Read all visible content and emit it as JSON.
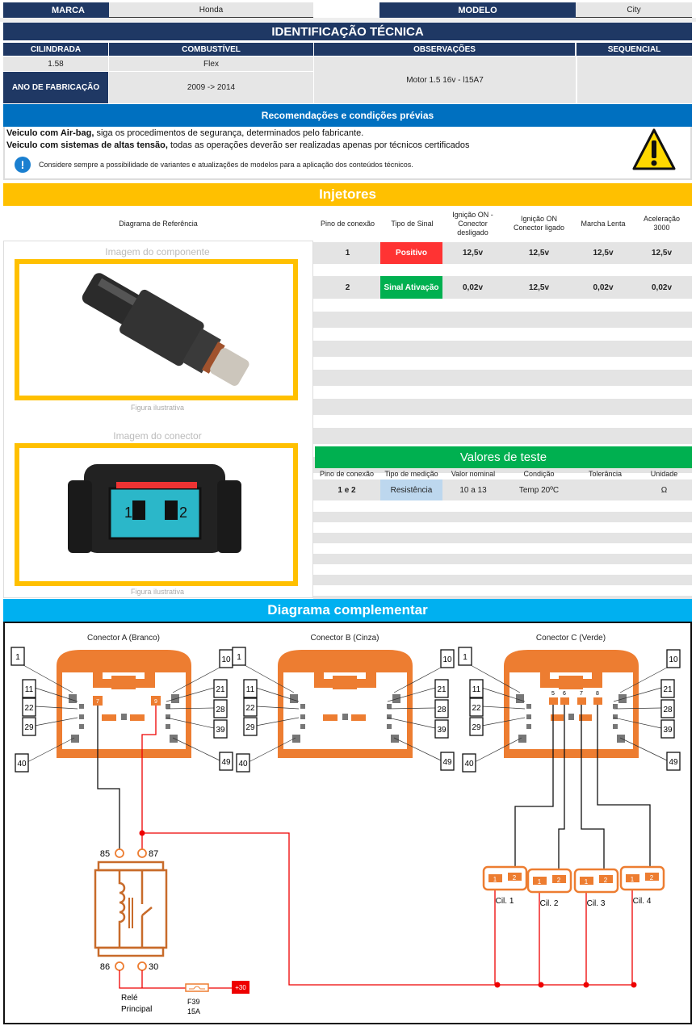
{
  "header": {
    "marca_label": "MARCA",
    "marca_value": "Honda",
    "modelo_label": "MODELO",
    "modelo_value": "City"
  },
  "ident": {
    "title": "IDENTIFICAÇÃO TÉCNICA",
    "cilindrada_label": "CILINDRADA",
    "cilindrada_value": "1.58",
    "combustivel_label": "COMBUSTÍVEL",
    "combustivel_value": "Flex",
    "observacoes_label": "OBSERVAÇÕES",
    "observacoes_value": "Motor 1.5 16v - l15A7",
    "sequencial_label": "SEQUENCIAL",
    "sequencial_value": "",
    "ano_label": "ANO DE FABRICAÇÃO",
    "ano_value": "2009 -> 2014"
  },
  "recom": {
    "title": "Recomendações e condições prévias",
    "line1_bold": "Veiculo com Air-bag,",
    "line1_rest": " siga os procedimentos de segurança,  determinados pelo fabricante.",
    "line2_bold1": "Veiculo com ",
    "line2_bold2": "sistemas de altas tensão,",
    "line2_rest": " todas as operações deverão ser realizadas apenas por técnicos certificados",
    "info": "Considere sempre a possibilidade de variantes e atualizações de modelos para a aplicação dos conteúdos técnicos."
  },
  "injetores": {
    "title": "Injetores",
    "diagram_ref": "Diagrama de Referência",
    "columns": [
      "Pino de conexão",
      "Tipo de Sinal",
      "Ignição ON - Conector desligado",
      "Ignição ON Conector ligado",
      "Marcha Lenta",
      "Aceleração 3000"
    ],
    "rows": [
      {
        "pin": "1",
        "signal": "Positivo",
        "color": "#ff3333",
        "v": [
          "12,5v",
          "12,5v",
          "12,5v",
          "12,5v"
        ]
      },
      {
        "pin": "2",
        "signal": "Sinal Ativação",
        "color": "#00b050",
        "v": [
          "0,02v",
          "12,5v",
          "0,02v",
          "0,02v"
        ]
      }
    ],
    "component_label": "Imagem do componente",
    "connector_label": "Imagem do conector",
    "figura": "Figura ilustrativa",
    "connector_pins": [
      "1",
      "2"
    ]
  },
  "teste": {
    "title": "Valores de teste",
    "columns": [
      "Pino de conexão",
      "Tipo de medição",
      "Valor nominal",
      "Condição",
      "Tolerância",
      "Unidade"
    ],
    "row": [
      "1 e 2",
      "Resistência",
      "10 a 13",
      "Temp 20ºC",
      "",
      "Ω"
    ]
  },
  "diagrama": {
    "title": "Diagrama complementar",
    "connectors": [
      "Conector A (Branco)",
      "Conector B (Cinza)",
      "Conector C (Verde)"
    ],
    "pin_labels_left": [
      "1",
      "11",
      "22",
      "29",
      "40"
    ],
    "pin_labels_right": [
      "10",
      "21",
      "28",
      "39",
      "49"
    ],
    "a_pins": [
      "7",
      "9"
    ],
    "c_pins": [
      "5",
      "6",
      "7",
      "8"
    ],
    "relay_terms": [
      "85",
      "87",
      "86",
      "30"
    ],
    "relay_label1": "Relé",
    "relay_label2": "Principal",
    "fuse1": "F39",
    "fuse2": "15A",
    "battery": "+30",
    "cyl": [
      "Cil. 1",
      "Cil. 2",
      "Cil. 3",
      "Cil. 4"
    ],
    "cyl_pins": [
      "1",
      "2"
    ]
  }
}
